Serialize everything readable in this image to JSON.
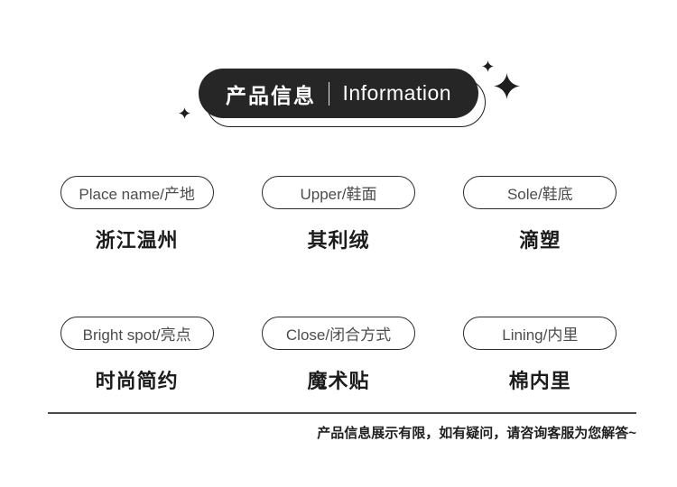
{
  "header": {
    "title_zh": "产品信息",
    "title_en": "Information",
    "divider": "vertical-line",
    "sparkle_icons": [
      "sparkle-icon-left",
      "sparkle-icon-top-small",
      "sparkle-icon-top-large"
    ],
    "sparkle_glyph": "✦"
  },
  "specs": [
    {
      "label": "Place name/产地",
      "value": "浙江温州"
    },
    {
      "label": "Upper/鞋面",
      "value": "其利绒"
    },
    {
      "label": "Sole/鞋底",
      "value": "滴塑"
    },
    {
      "label": "Bright spot/亮点",
      "value": "时尚简约"
    },
    {
      "label": "Close/闭合方式",
      "value": "魔术贴"
    },
    {
      "label": "Lining/内里",
      "value": "棉内里"
    }
  ],
  "footer": {
    "note": "产品信息展示有限，如有疑问，请咨询客服为您解答~"
  },
  "colors": {
    "background": "#ffffff",
    "header_pill_bg": "#262626",
    "header_pill_text": "#ffffff",
    "outline_pill_border": "#1e1e1e",
    "spec_pill_border": "#2b2b2b",
    "spec_label_text": "#4c4c4c",
    "spec_value_text": "#1c1c1c",
    "footer_line": "#4a4a4a",
    "footer_text": "#1f1f1f",
    "sparkle": "#1f1f1f"
  }
}
